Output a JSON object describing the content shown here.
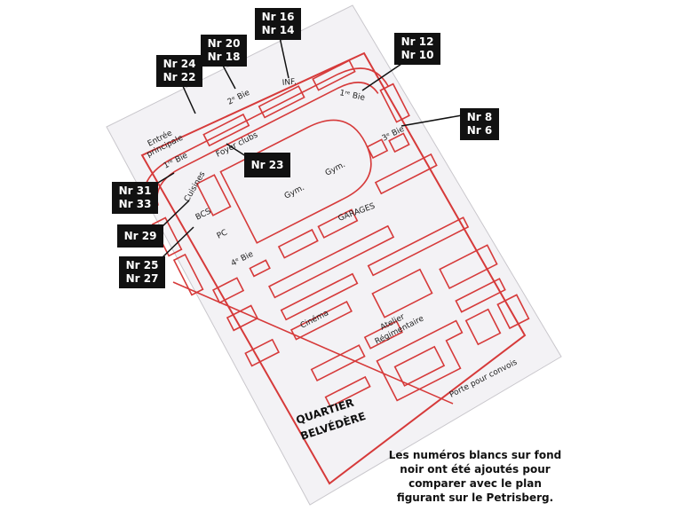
{
  "map": {
    "title_line1": "QUARTIER",
    "title_line2": "BELVÉDÈRE",
    "colors": {
      "paper": "#f3f2f5",
      "outline": "#d63a3a",
      "label_bg": "#111111",
      "label_text": "#ffffff"
    },
    "labels": {
      "entree_line1": "Entrée",
      "entree_line2": "principale",
      "bie1": "1ʳᵉ Bie",
      "bie2": "2ᵉ Bie",
      "inf": "INF.",
      "bie1_right": "1ʳᵉ Bie",
      "bie3": "3ᵉ Bie",
      "foyer": "Foyer clubs",
      "cuisines": "Cuisines",
      "gym1": "Gym.",
      "gym2": "Gym.",
      "bcs": "BCS",
      "garages": "GARAGES",
      "pc": "PC",
      "bie4": "4ᵉ Bie",
      "cinema": "Cinéma",
      "atelier_line1": "Atelier",
      "atelier_line2": "Régimentaire",
      "porte": "Porte pour convois"
    }
  },
  "annotations": [
    {
      "id": "tag-24-22",
      "lines": [
        "Nr 24",
        "Nr 22"
      ]
    },
    {
      "id": "tag-20-18",
      "lines": [
        "Nr 20",
        "Nr 18"
      ]
    },
    {
      "id": "tag-16-14",
      "lines": [
        "Nr 16",
        "Nr 14"
      ]
    },
    {
      "id": "tag-12-10",
      "lines": [
        "Nr 12",
        "Nr 10"
      ]
    },
    {
      "id": "tag-8-6",
      "lines": [
        "Nr 8",
        "Nr 6"
      ]
    },
    {
      "id": "tag-23",
      "lines": [
        "Nr 23"
      ]
    },
    {
      "id": "tag-31-33",
      "lines": [
        "Nr 31",
        "Nr 33"
      ]
    },
    {
      "id": "tag-29",
      "lines": [
        "Nr 29"
      ]
    },
    {
      "id": "tag-25-27",
      "lines": [
        "Nr 25",
        "Nr 27"
      ]
    }
  ],
  "caption": {
    "line1": "Les numéros blancs sur fond",
    "line2": "noir ont été ajoutés pour",
    "line3": "comparer avec le plan",
    "line4": "figurant sur le Petrisberg."
  }
}
